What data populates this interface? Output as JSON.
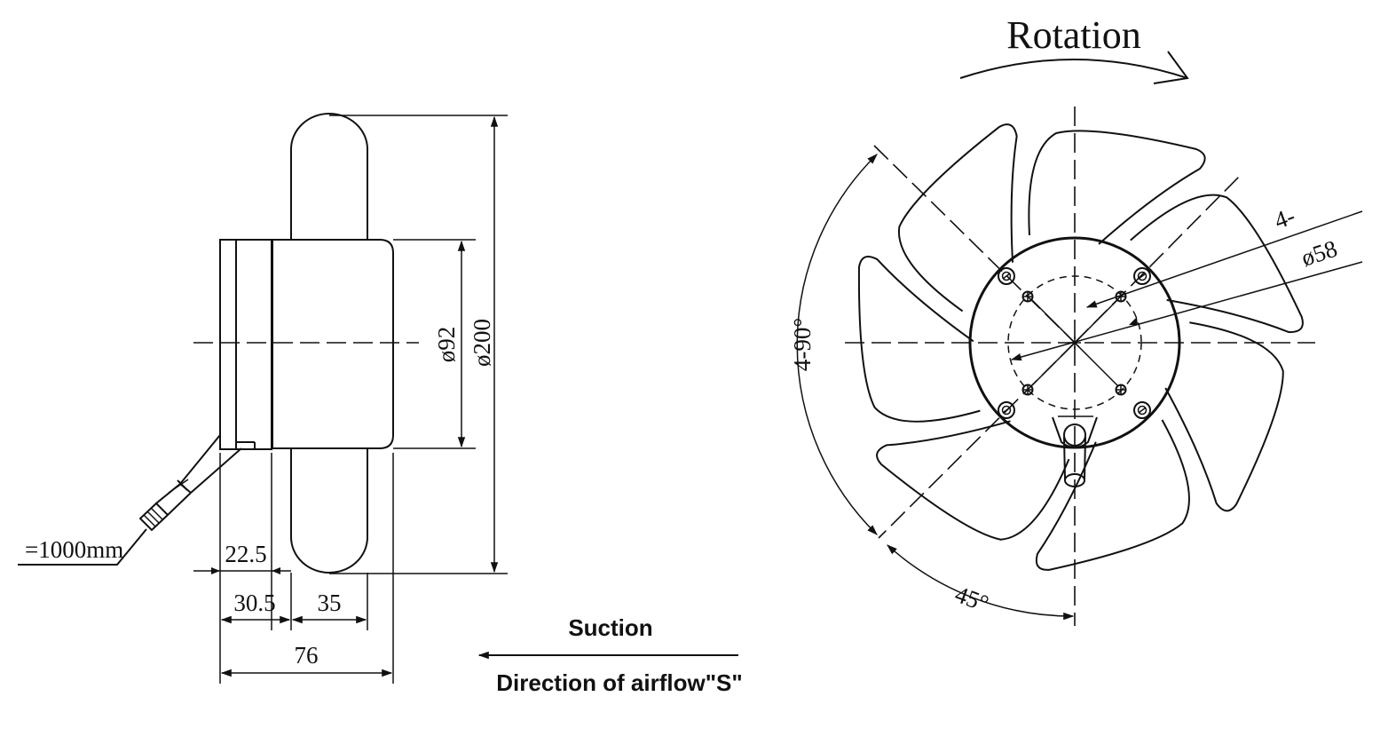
{
  "dimensions": {
    "d92": "ø92",
    "d200": "ø200",
    "w22_5": "22.5",
    "w30_5": "30.5",
    "w35": "35",
    "w76": "76",
    "cable": "=1000mm",
    "d58": "ø58",
    "holes": "4-",
    "angle_90": "4-90°",
    "angle_45": "45°"
  },
  "labels": {
    "rotation": "Rotation",
    "suction": "Suction",
    "airflow": "Direction of airflow\"S\""
  }
}
